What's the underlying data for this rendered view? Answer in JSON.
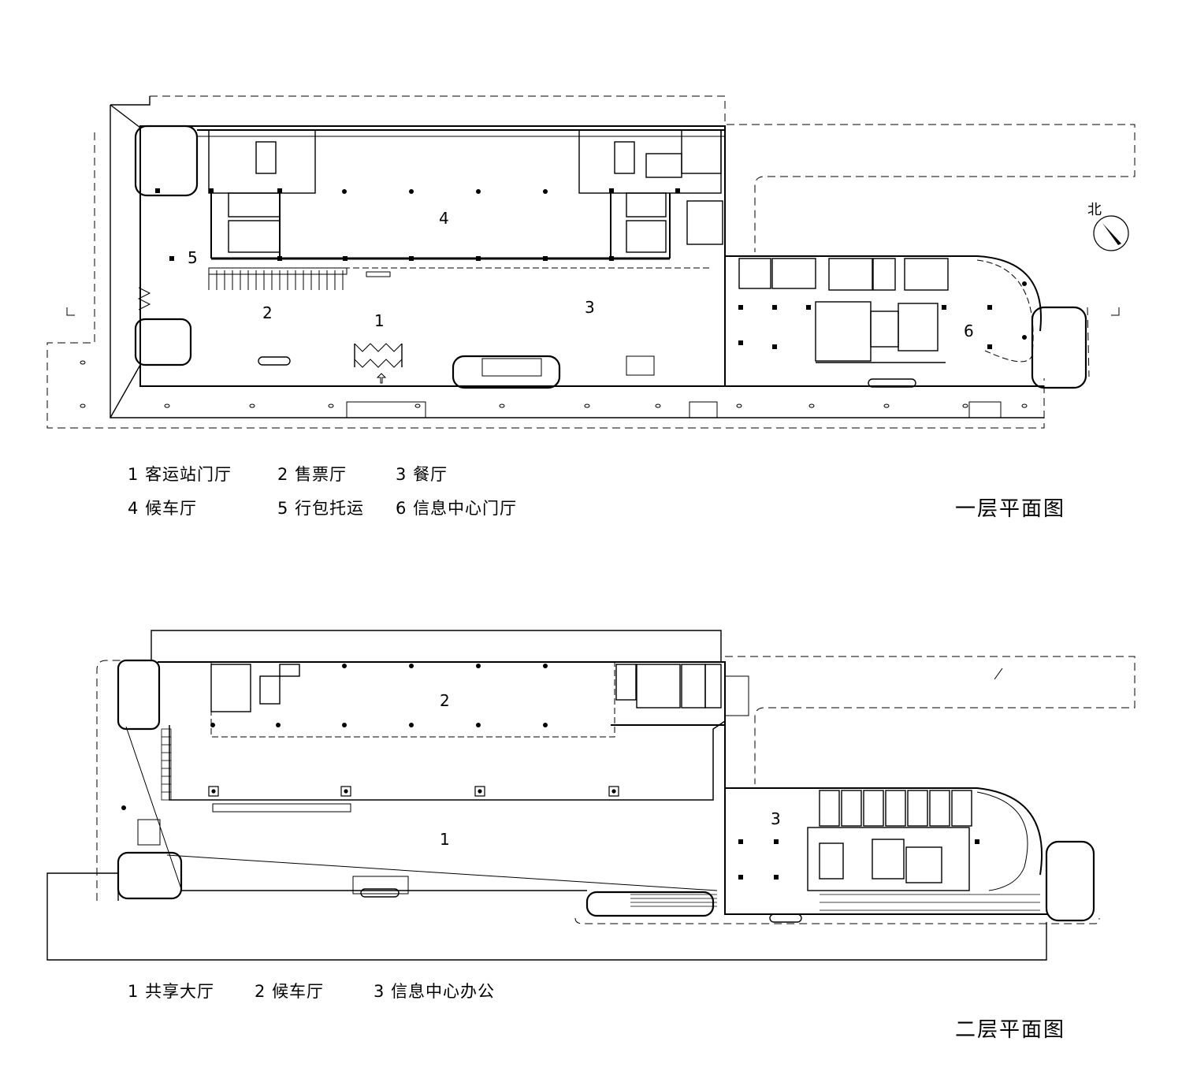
{
  "north_label": "北",
  "floor1": {
    "title": "一层平面图",
    "room_numbers": [
      "1",
      "2",
      "3",
      "4",
      "5",
      "6"
    ],
    "legend": [
      {
        "num": "1",
        "name": "客运站门厅"
      },
      {
        "num": "2",
        "name": "售票厅"
      },
      {
        "num": "3",
        "name": "餐厅"
      },
      {
        "num": "4",
        "name": "候车厅"
      },
      {
        "num": "5",
        "name": "行包托运"
      },
      {
        "num": "6",
        "name": "信息中心门厅"
      }
    ]
  },
  "floor2": {
    "title": "二层平面图",
    "room_numbers": [
      "1",
      "2",
      "3"
    ],
    "legend": [
      {
        "num": "1",
        "name": "共享大厅"
      },
      {
        "num": "2",
        "name": "候车厅"
      },
      {
        "num": "3",
        "name": "信息中心办公"
      }
    ]
  }
}
